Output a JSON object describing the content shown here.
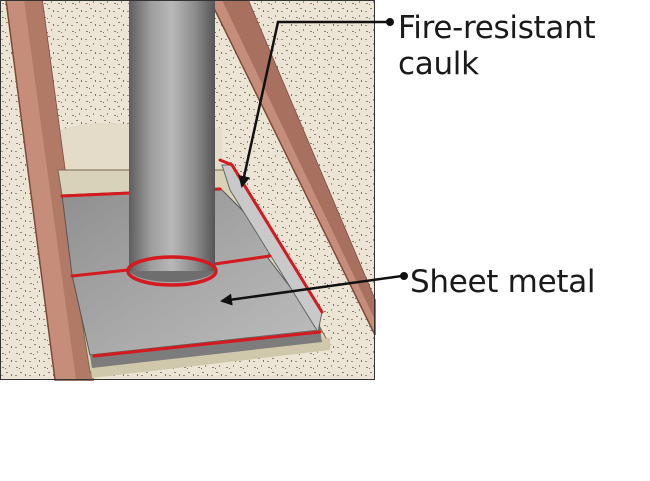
{
  "callouts": {
    "caulk": {
      "line1": "Fire-resistant",
      "line2": "caulk"
    },
    "metal": {
      "text": "Sheet metal"
    }
  },
  "colors": {
    "insulation": "#ece4d4",
    "framing": "#c58d7a",
    "framing_dark": "#a8715f",
    "caulk": "#d4191f",
    "sheet_metal": "#9a9a9a",
    "pipe": "#8c8c8c",
    "floor": "#d8d3b8"
  },
  "icons": [
    "callout-dot",
    "callout-arrow"
  ]
}
